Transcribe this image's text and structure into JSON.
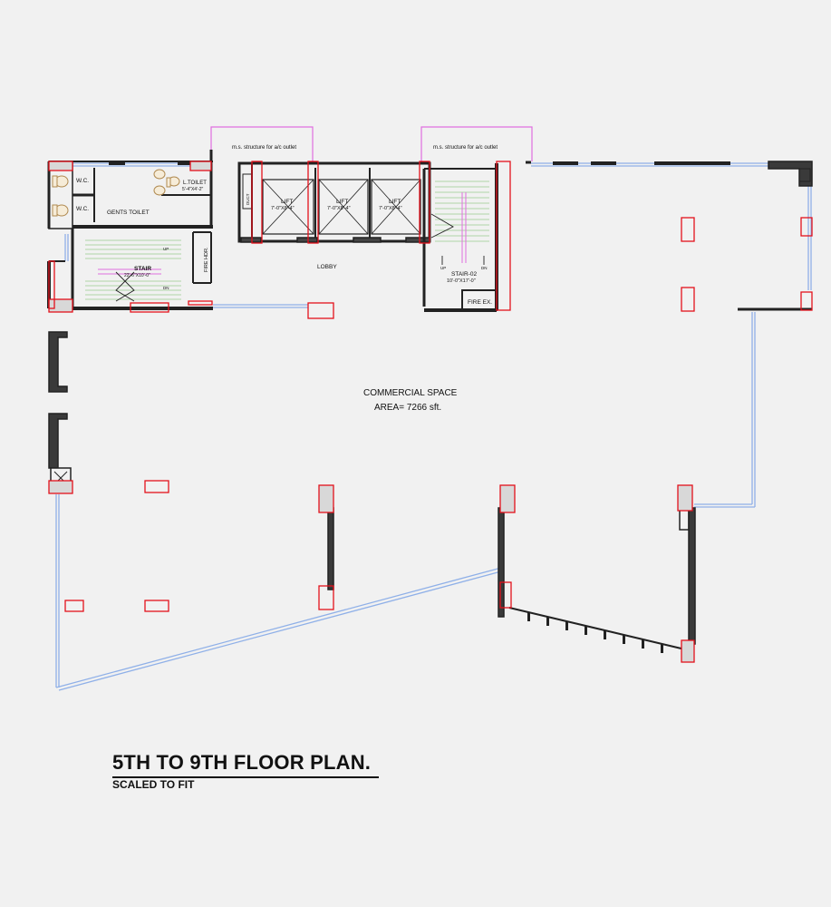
{
  "plan": {
    "title": "5TH TO 9TH FLOOR PLAN.",
    "subtitle": "SCALED TO FIT",
    "labels": {
      "ms_structure_1": "m.s. structure for a/c outlet",
      "ms_structure_2": "m.s. structure for a/c outlet",
      "wc_1": "W.C.",
      "wc_2": "W.C.",
      "gents_toilet": "GENTS TOILET",
      "l_toilet": "L.TOILET",
      "l_toilet_dim": "5'-4\"X4'-2\"",
      "fire_hdr": "FIRE HDR.",
      "stair": "STAIR",
      "stair_dim": "22'-6\"X10'-0\"",
      "stair_up": "UP",
      "stair_dn": "DN",
      "duct": "DUCT",
      "lift_1": "LIFT",
      "lift_1_dim": "7'-0\"X8'-4\"",
      "lift_2": "LIFT",
      "lift_2_dim": "7'-0\"X8'-4\"",
      "lift_3": "LIFT",
      "lift_3_dim": "7'-0\"X8'-4\"",
      "lobby": "LOBBY",
      "stair_02": "STAIR-02",
      "stair_02_dim": "10'-0\"X17'-0\"",
      "stair_02_up": "UP",
      "stair_02_dn": "DN",
      "fire_ex": "FIRE EX.",
      "commercial_space": "COMMERCIAL SPACE",
      "area": "AREA= 7266 sft."
    }
  },
  "colors": {
    "background": "#f1f1f1",
    "wall": "#222222",
    "column": "#e3111b",
    "glazing": "#8fb0e8",
    "stair_tread": "#9acb8e",
    "ms_structure": "#e06fe0"
  }
}
